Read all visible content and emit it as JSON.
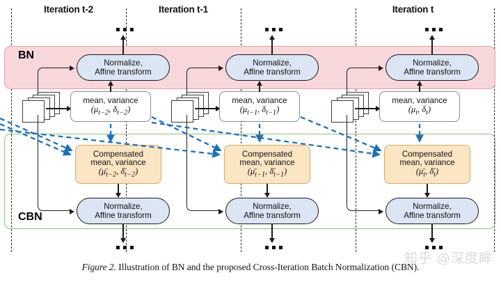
{
  "figure": {
    "caption_prefix": "Figure 2.",
    "caption_text": " Illustration of BN and the proposed Cross-Iteration Batch Normalization (CBN).",
    "watermark": "知乎 @深度眸"
  },
  "colors": {
    "bn_band_fill": "#f8d7da",
    "bn_band_border": "#e2a2a8",
    "cbn_band_border": "#8cbf7f",
    "normalize_fill": "#dbe5f3",
    "compensated_fill": "#fce5c3",
    "compensated_border": "#d6a96a",
    "meanvar_border": "#8a8a8a",
    "dashed_arrow": "#1f6fb5",
    "solid_arrow": "#1a1a1a"
  },
  "bands": {
    "bn": {
      "label": "BN"
    },
    "cbn": {
      "label": "CBN"
    }
  },
  "columns": [
    {
      "header": "Iteration t-2",
      "top_dots": "...",
      "bottom_dots": "...",
      "bn_normalize": {
        "line1": "Normalize,",
        "line2": "Affine transform"
      },
      "mean_variance": {
        "line1": "mean, variance",
        "math_open": "(",
        "mu": "μ",
        "mu_sub": "t−2",
        "comma": ", ",
        "delta": "δ",
        "delta_sub": "t−2",
        "math_close": ")"
      },
      "compensated": {
        "line1": "Compensated",
        "line2": "mean, variance",
        "math_open": "(",
        "mu": "μ̄",
        "mu_sub": "t−2",
        "comma": ", ",
        "delta": "δ̄",
        "delta_sub": "t−2",
        "math_close": ")"
      },
      "cbn_normalize": {
        "line1": "Normalize,",
        "line2": "Affine transform"
      },
      "feature_stack": "feature-map-stack"
    },
    {
      "header": "Iteration t-1",
      "top_dots": "...",
      "bottom_dots": "...",
      "bn_normalize": {
        "line1": "Normalize,",
        "line2": "Affine transform"
      },
      "mean_variance": {
        "line1": "mean, variance",
        "math_open": "(",
        "mu": "μ",
        "mu_sub": "t−1",
        "comma": ", ",
        "delta": "δ",
        "delta_sub": "t−1",
        "math_close": ")"
      },
      "compensated": {
        "line1": "Compensated",
        "line2": "mean, variance",
        "math_open": "(",
        "mu": "μ̄",
        "mu_sub": "t−1",
        "comma": ", ",
        "delta": "δ̄",
        "delta_sub": "t−1",
        "math_close": ")"
      },
      "cbn_normalize": {
        "line1": "Normalize,",
        "line2": "Affine transform"
      },
      "feature_stack": "feature-map-stack"
    },
    {
      "header": "Iteration t",
      "top_dots": "...",
      "bottom_dots": "...",
      "bn_normalize": {
        "line1": "Normalize,",
        "line2": "Affine transform"
      },
      "mean_variance": {
        "line1": "mean, variance",
        "math_open": "(",
        "mu": "μ",
        "mu_sub": "t",
        "comma": ", ",
        "delta": "δ",
        "delta_sub": "t",
        "math_close": ")"
      },
      "compensated": {
        "line1": "Compensated",
        "line2": "mean, variance",
        "math_open": "(",
        "mu": "μ̄",
        "mu_sub": "t",
        "comma": ", ",
        "delta": "δ̄",
        "delta_sub": "t",
        "math_close": ")"
      },
      "cbn_normalize": {
        "line1": "Normalize,",
        "line2": "Affine transform"
      },
      "feature_stack": "feature-map-stack"
    }
  ]
}
